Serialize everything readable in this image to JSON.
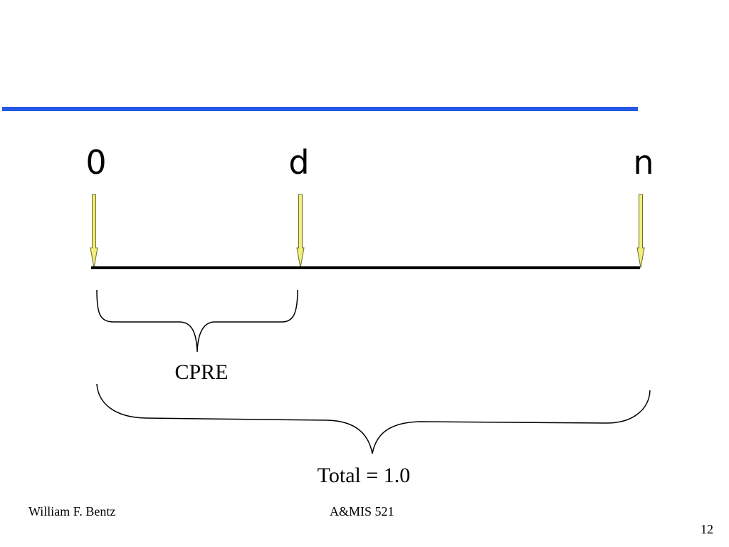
{
  "colors": {
    "accent_rule": "#2458e6",
    "arrow_fill": "#f2ee7a",
    "arrow_stroke": "#6b6b2a",
    "line": "#000000"
  },
  "markers": {
    "start": "0",
    "middle": "d",
    "end": "n"
  },
  "braces": {
    "cpre_label": "CPRE",
    "total_label": "Total = 1.0"
  },
  "footer": {
    "author": "William F. Bentz",
    "course": "A&MIS 521",
    "page_number": "12"
  }
}
